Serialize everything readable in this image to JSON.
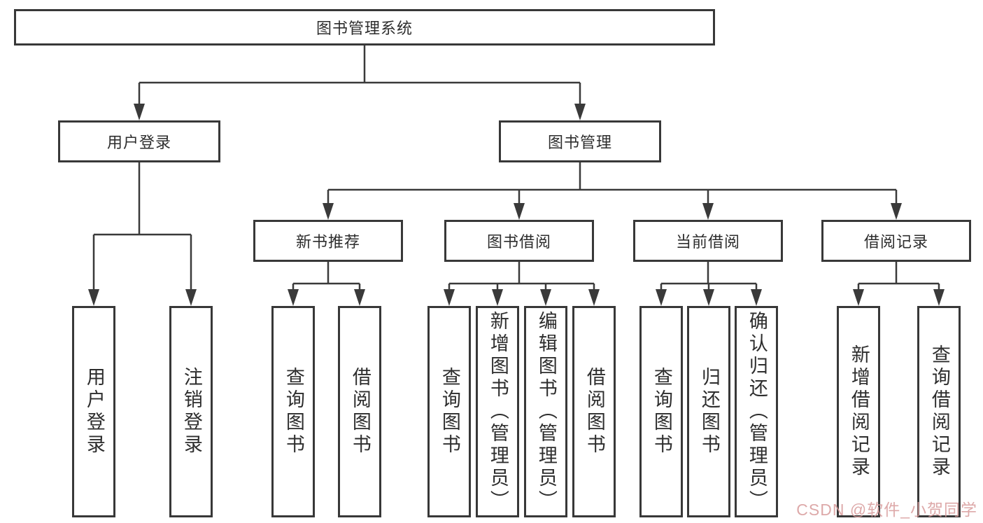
{
  "diagram": {
    "nodes": {
      "root": "图书管理系统",
      "user_login": "用户登录",
      "book_mgmt": "图书管理",
      "new_book": "新书推荐",
      "book_borrow": "图书借阅",
      "current_borrow": "当前借阅",
      "borrow_record": "借阅记录",
      "ul_login": "用户登录",
      "ul_logout": "注销登录",
      "nb_query": "查询图书",
      "nb_borrow": "借阅图书",
      "bb_query": "查询图书",
      "bb_add": "新增图书（管理员）",
      "bb_edit": "编辑图书（管理员）",
      "bb_borrow": "借阅图书",
      "cb_query": "查询图书",
      "cb_return": "归还图书",
      "cb_confirm": "确认归还（管理员）",
      "br_add": "新增借阅记录",
      "br_query": "查询借阅记录"
    },
    "line_color": "#3a3a3a"
  },
  "watermark": {
    "text": "CSDN @软件_小贺同学",
    "color": "#d89b9b"
  }
}
